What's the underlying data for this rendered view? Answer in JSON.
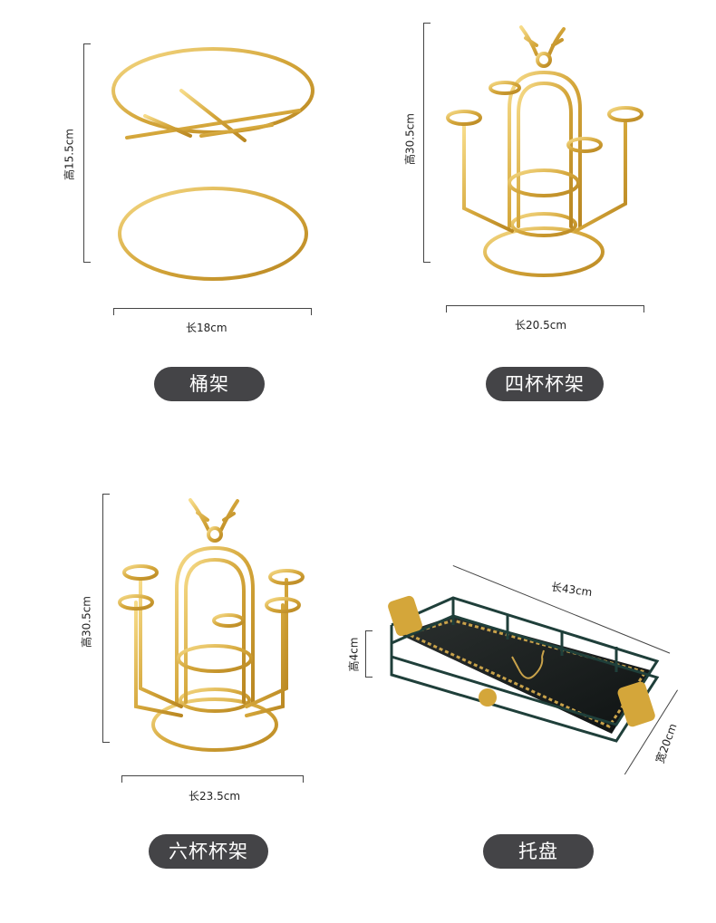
{
  "products": [
    {
      "name": "桶架",
      "height": "高15.5cm",
      "length": "长18cm"
    },
    {
      "name": "四杯杯架",
      "height": "高30.5cm",
      "length": "长20.5cm"
    },
    {
      "name": "六杯杯架",
      "height": "高30.5cm",
      "length": "长23.5cm"
    },
    {
      "name": "托盘",
      "height": "高4cm",
      "length": "长43cm",
      "width": "宽20cm"
    }
  ],
  "colors": {
    "gold": "#d4a63a",
    "gold_light": "#f2d178",
    "pill": "#444447",
    "tray_green": "#1f3f3a"
  },
  "icons": [
    "bucket-rack-image",
    "four-cup-rack-image",
    "six-cup-rack-image",
    "tray-image"
  ]
}
